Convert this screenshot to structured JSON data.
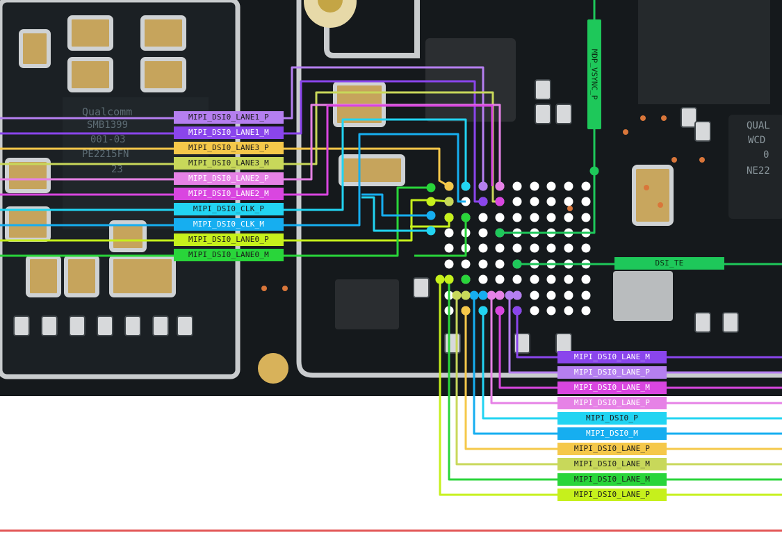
{
  "left_labels": [
    {
      "text": "MIPI_DSI0_LANE1_P",
      "color": "#b57ff0",
      "dark": false
    },
    {
      "text": "MIPI_DSI0_LANE1_M",
      "color": "#8a45ec",
      "dark": false
    },
    {
      "text": "MIPI_DSI0_LANE3_P",
      "color": "#f5c84a",
      "dark": true
    },
    {
      "text": "MIPI_DSI0_LANE3_M",
      "color": "#c8d85a",
      "dark": true
    },
    {
      "text": "MIPI_DSI0_LANE2_P",
      "color": "#e682e6",
      "dark": false
    },
    {
      "text": "MIPI_DSI0_LANE2_M",
      "color": "#d946e0",
      "dark": false
    },
    {
      "text": "MIPI_DSI0_CLK_P",
      "color": "#22d4f2",
      "dark": true
    },
    {
      "text": "MIPI_DSI0_CLK_M",
      "color": "#16aef0",
      "dark": false
    },
    {
      "text": "MIPI_DSI0_LANE0_P",
      "color": "#c6f01c",
      "dark": true
    },
    {
      "text": "MIPI_DSI0_LANE0_M",
      "color": "#29d53a",
      "dark": true
    }
  ],
  "right_labels": [
    {
      "text": "MIPI_DSI0_LANE_M",
      "color": "#8a45ec",
      "dark": false
    },
    {
      "text": "MIPI_DSI0_LANE_P",
      "color": "#b57ff0",
      "dark": false
    },
    {
      "text": "MIPI_DSI0_LANE_M",
      "color": "#d946e0",
      "dark": false
    },
    {
      "text": "MIPI_DSI0_LANE_P",
      "color": "#e682e6",
      "dark": false
    },
    {
      "text": "MIPI_DSI0_P",
      "color": "#22d4f2",
      "dark": true
    },
    {
      "text": "MIPI_DSI0_M",
      "color": "#16aef0",
      "dark": false
    },
    {
      "text": "MIPI_DSI0_LANE_P",
      "color": "#f5c84a",
      "dark": true
    },
    {
      "text": "MIPI_DSI0_LANE_M",
      "color": "#c8d85a",
      "dark": true
    },
    {
      "text": "MIPI_DSI0_LANE_M",
      "color": "#29d53a",
      "dark": true
    },
    {
      "text": "MIPI_DSI0_LANE_P",
      "color": "#c6f01c",
      "dark": true
    }
  ],
  "dsi_te": {
    "text": "DSI_TE",
    "color": "#1ec85a"
  },
  "vsync": {
    "text": "MDP_VSYNC_P",
    "color": "#1ec85a"
  },
  "chip_marking_left": {
    "brand": "Qualcomm",
    "lines": [
      "SMB1399",
      "001-03",
      "PE2215FN",
      "23"
    ]
  },
  "chip_marking_right": {
    "lines": [
      "QUAL",
      "WCD",
      "0",
      "NE22"
    ]
  }
}
